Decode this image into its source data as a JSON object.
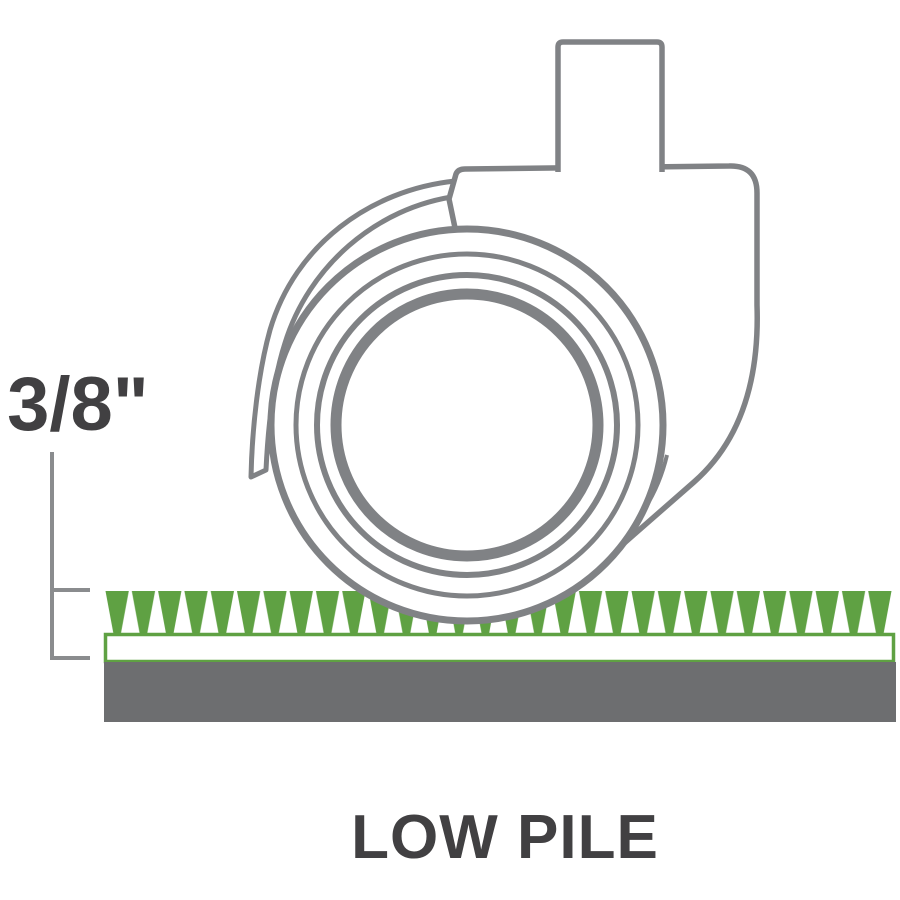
{
  "labels": {
    "dimension": "3/8\"",
    "caption": "LOW PILE"
  },
  "colors": {
    "outline_gray": "#808285",
    "pile_green": "#5fa143",
    "base_gray": "#6d6e70",
    "text": "#414042",
    "background": "#ffffff"
  },
  "diagram": {
    "subject": "caster-wheel-on-low-pile-carpet",
    "measurement_shown": "3/8\"",
    "surface_type": "LOW PILE"
  }
}
